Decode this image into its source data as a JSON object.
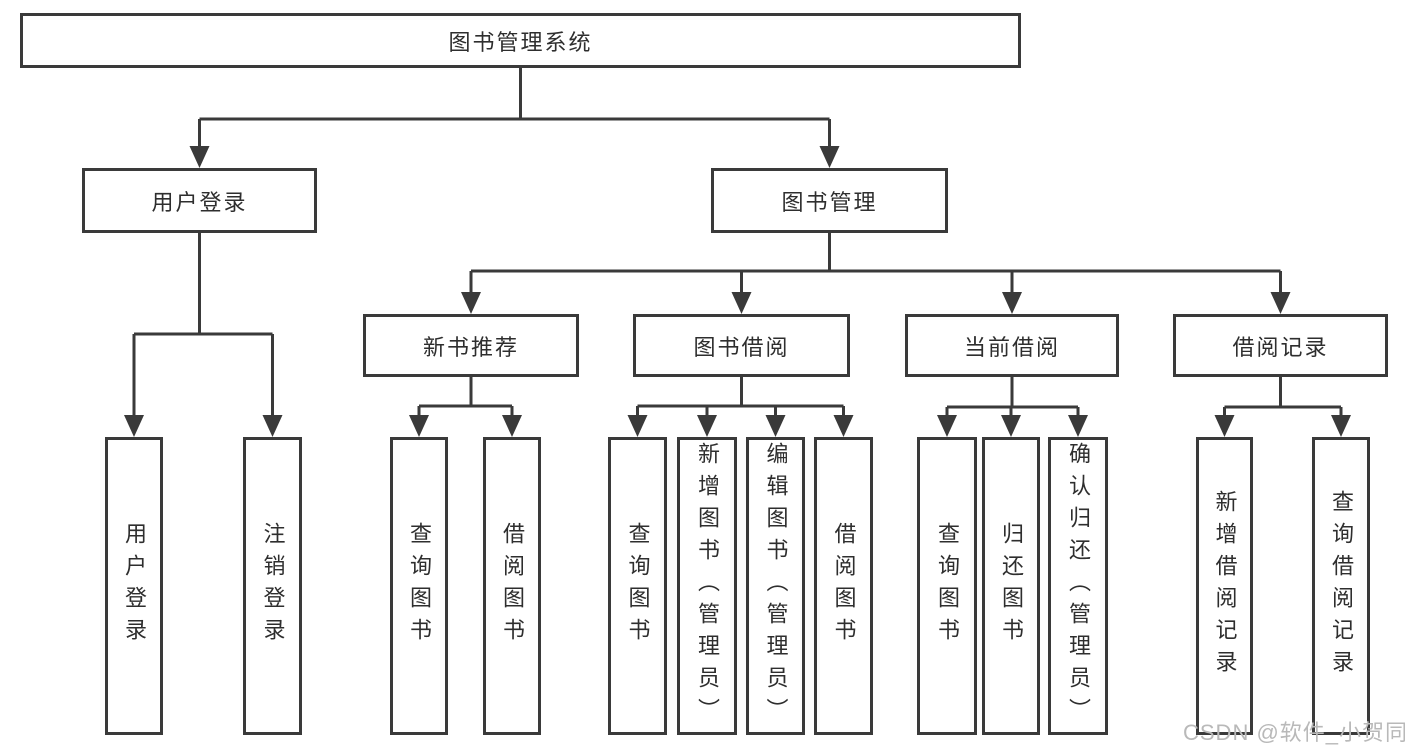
{
  "diagram": {
    "root": "图书管理系统",
    "level2": {
      "user_login": "用户登录",
      "book_management": "图书管理"
    },
    "level3": {
      "new_book_recommendation": "新书推荐",
      "book_borrowing": "图书借阅",
      "current_borrowing": "当前借阅",
      "borrowing_records": "借阅记录"
    },
    "level4": {
      "user_login_children": [
        "用户登录",
        "注销登录"
      ],
      "recommendation_children": [
        "查询图书",
        "借阅图书"
      ],
      "borrowing_children": [
        "查询图书",
        "新增图书（管理员）",
        "编辑图书（管理员）",
        "借阅图书"
      ],
      "current_children": [
        "查询图书",
        "归还图书",
        "确认归还（管理员）"
      ],
      "records_children": [
        "新增借阅记录",
        "查询借阅记录"
      ]
    },
    "colors": {
      "line": "#3a3a3a",
      "text": "#2e2e2e",
      "watermark": "#b9b9b9",
      "background": "#ffffff"
    }
  },
  "watermark": "CSDN @软件_小贺同学"
}
